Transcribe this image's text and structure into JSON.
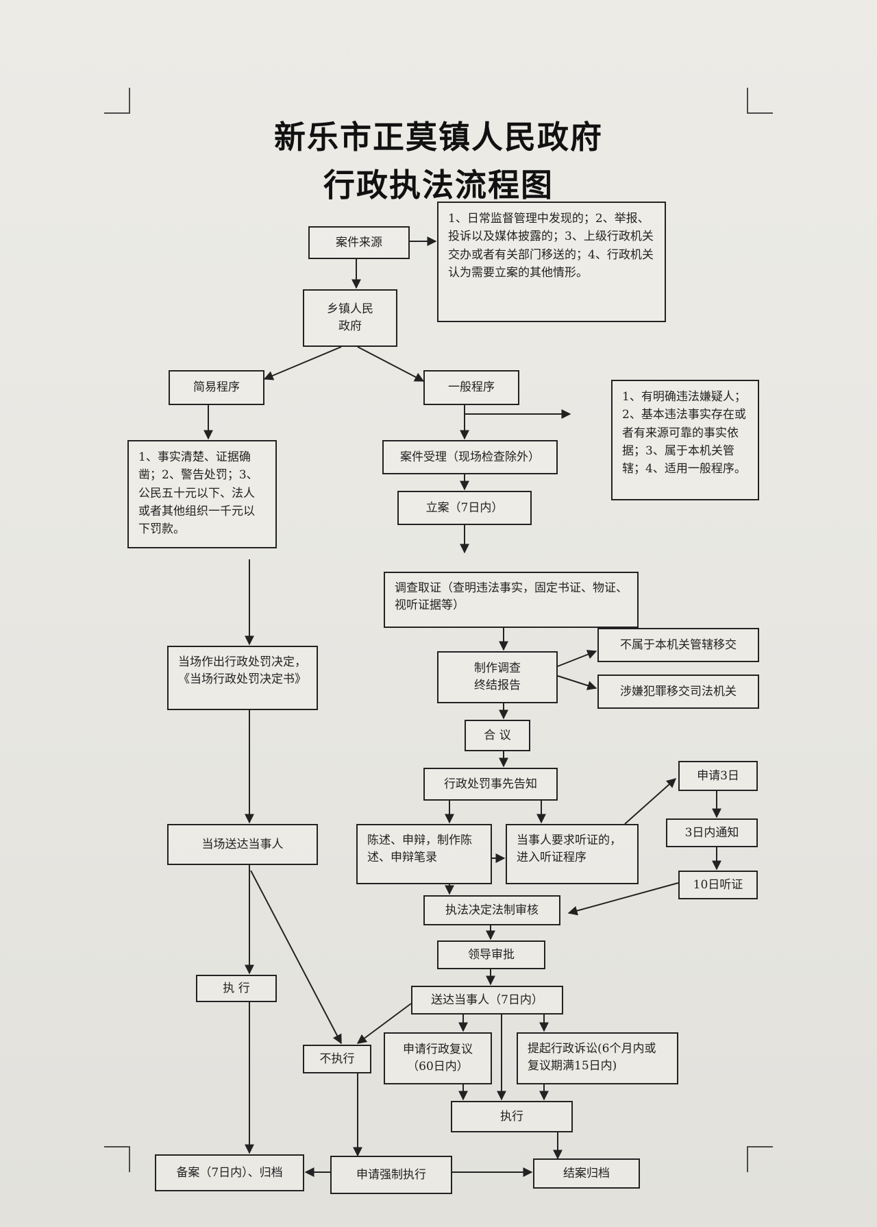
{
  "title": {
    "line1": "新乐市正莫镇人民政府",
    "line2": "行政执法流程图"
  },
  "nodes": {
    "case_source": "案件来源",
    "source_note": "1、日常监督管理中发现的；2、举报、投诉以及媒体披露的；3、上级行政机关交办或者有关部门移送的；4、行政机关认为需要立案的其他情形。",
    "township_gov": "乡镇人民\n政府",
    "simple_procedure": "简易程序",
    "general_procedure": "一般程序",
    "general_note": "1、有明确违法嫌疑人；2、基本违法事实存在或者有来源可靠的事实依据；3、属于本机关管辖；4、适用一般程序。",
    "simple_note": "1、事实清楚、证据确凿；2、警告处罚；3、公民五十元以下、法人或者其他组织一千元以下罚款。",
    "case_accept": "案件受理（现场检查除外）",
    "filing": "立案（7日内）",
    "investigation": "调查取证（查明违法事实，固定书证、物证、视听证据等）",
    "not_jurisdiction": "不属于本机关管辖移交",
    "crime_transfer": "涉嫌犯罪移交司法机关",
    "report": "制作调查\n终结报告",
    "deliberation": "合  议",
    "prior_notice": "行政处罚事先告知",
    "onsite_decision": "当场作出行政处罚决定，《当场行政处罚决定书》",
    "apply_3days": "申请3日",
    "notify_3days": "3日内通知",
    "hearing_10days": "10日听证",
    "statement": "陈述、申辩，制作陈述、申辩笔录",
    "hearing_request": "当事人要求听证的，进入听证程序",
    "onsite_delivery": "当场送达当事人",
    "legal_review": "执法决定法制审核",
    "leader_approval": "领导审批",
    "execute_left": "执  行",
    "delivery_7days": "送达当事人（7日内）",
    "not_execute": "不执行",
    "reconsideration": "申请行政复议（60日内）",
    "lawsuit": "提起行政诉讼(6个月内或复议期满15日内)",
    "execute_center": "执行",
    "archive": "备案（7日内）、归档",
    "enforce": "申请强制执行",
    "close_archive": "结案归档"
  }
}
